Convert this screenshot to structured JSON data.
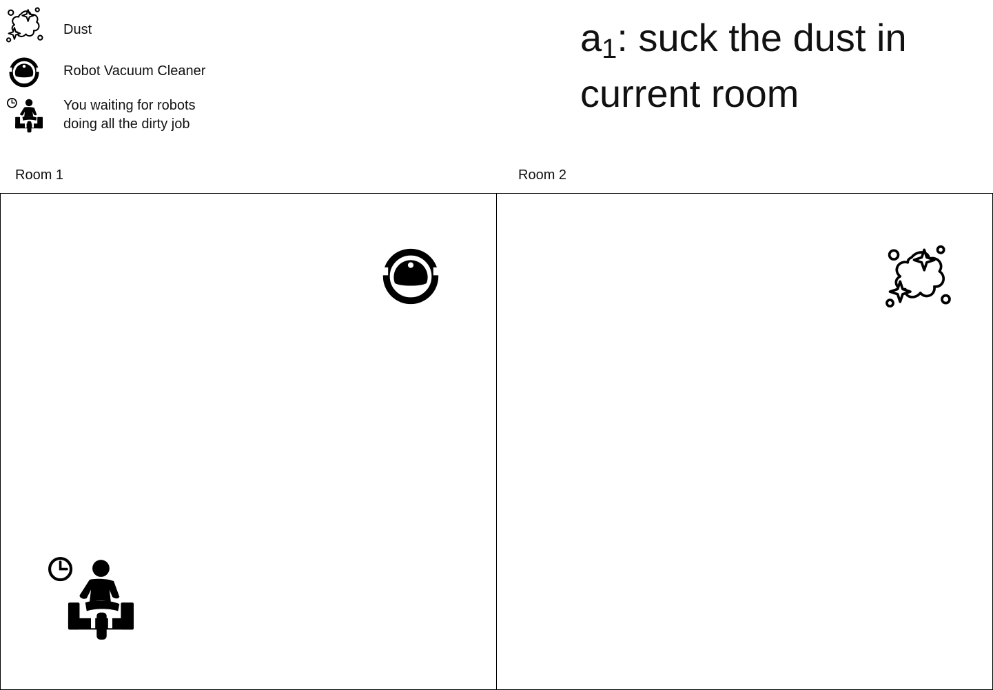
{
  "legend": {
    "items": [
      {
        "icon": "dust-icon",
        "label_lines": [
          "Dust"
        ]
      },
      {
        "icon": "robot-vacuum-icon",
        "label_lines": [
          "Robot Vacuum Cleaner"
        ]
      },
      {
        "icon": "person-waiting-icon",
        "label_lines": [
          "You waiting for robots",
          "doing all the dirty job"
        ]
      }
    ]
  },
  "action": {
    "name": "a",
    "subscript": "1",
    "text_line1": ": suck the dust in",
    "text_line2": "current room"
  },
  "rooms": [
    {
      "label": "Room 1",
      "contents": [
        "robot-vacuum-icon",
        "person-waiting-icon"
      ]
    },
    {
      "label": "Room 2",
      "contents": [
        "dust-icon"
      ]
    }
  ],
  "colors": {
    "ink": "#111111",
    "background": "#ffffff"
  }
}
